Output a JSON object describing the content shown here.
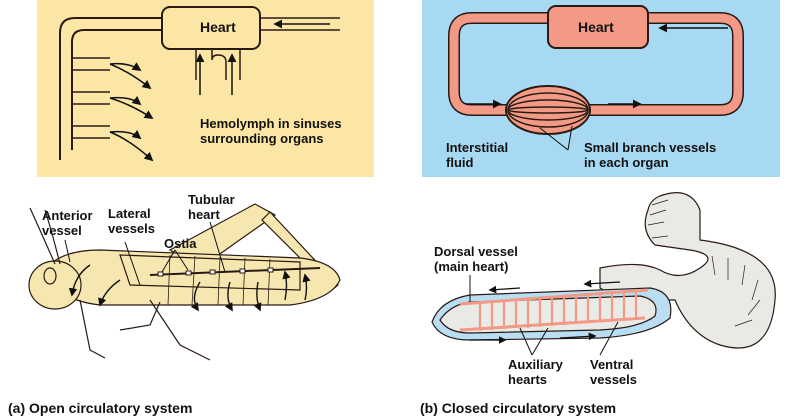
{
  "colors": {
    "panel_open": "#fbe6a6",
    "panel_closed": "#a7d9f2",
    "vessel_orange": "#f29a86",
    "vessel_outline": "#2a1a14",
    "insect_body": "#f6e7b0",
    "worm_body": "#e9e9e6",
    "worm_inner": "#b9def3"
  },
  "open_system": {
    "heart_label": "Heart",
    "hemolymph_label_line1": "Hemolymph in sinuses",
    "hemolymph_label_line2": "surrounding organs",
    "anterior_vessel_line1": "Anterior",
    "anterior_vessel_line2": "vessel",
    "lateral_vessels_line1": "Lateral",
    "lateral_vessels_line2": "vessels",
    "ostia_label": "Ostia",
    "tubular_heart_line1": "Tubular",
    "tubular_heart_line2": "heart",
    "caption": "(a) Open circulatory system"
  },
  "closed_system": {
    "heart_label": "Heart",
    "interstitial_line1": "Interstitial",
    "interstitial_line2": "fluid",
    "small_branch_line1": "Small branch vessels",
    "small_branch_line2": "in each organ",
    "dorsal_vessel_line1": "Dorsal vessel",
    "dorsal_vessel_line2": "(main heart)",
    "auxiliary_hearts_line1": "Auxiliary",
    "auxiliary_hearts_line2": "hearts",
    "ventral_vessels_line1": "Ventral",
    "ventral_vessels_line2": "vessels",
    "caption": "(b) Closed circulatory system"
  }
}
